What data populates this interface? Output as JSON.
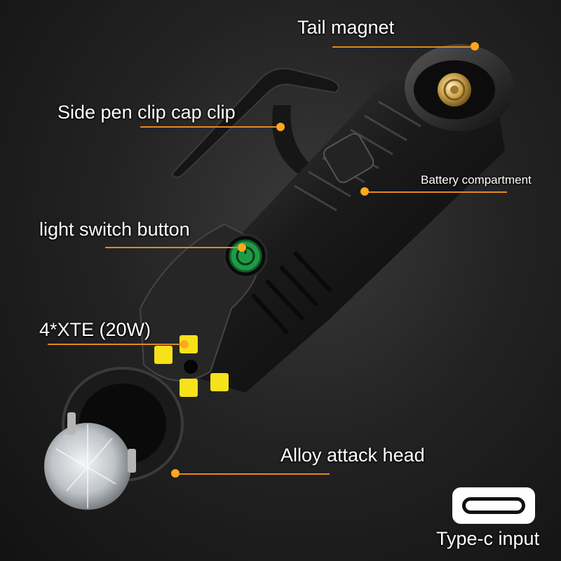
{
  "labels": {
    "tail_magnet": "Tail magnet",
    "side_pen_clip": "Side pen clip cap clip",
    "battery_compartment": "Battery compartment",
    "light_switch": "light switch button",
    "led_spec": "4*XTE (20W)",
    "attack_head": "Alloy attack head",
    "type_c": "Type-c input"
  },
  "colors": {
    "accent": "#f29a1d",
    "led": "#f5e21a",
    "switch": "#1fa64a"
  },
  "icons": {
    "type_c_port": "usb-type-c-icon"
  }
}
